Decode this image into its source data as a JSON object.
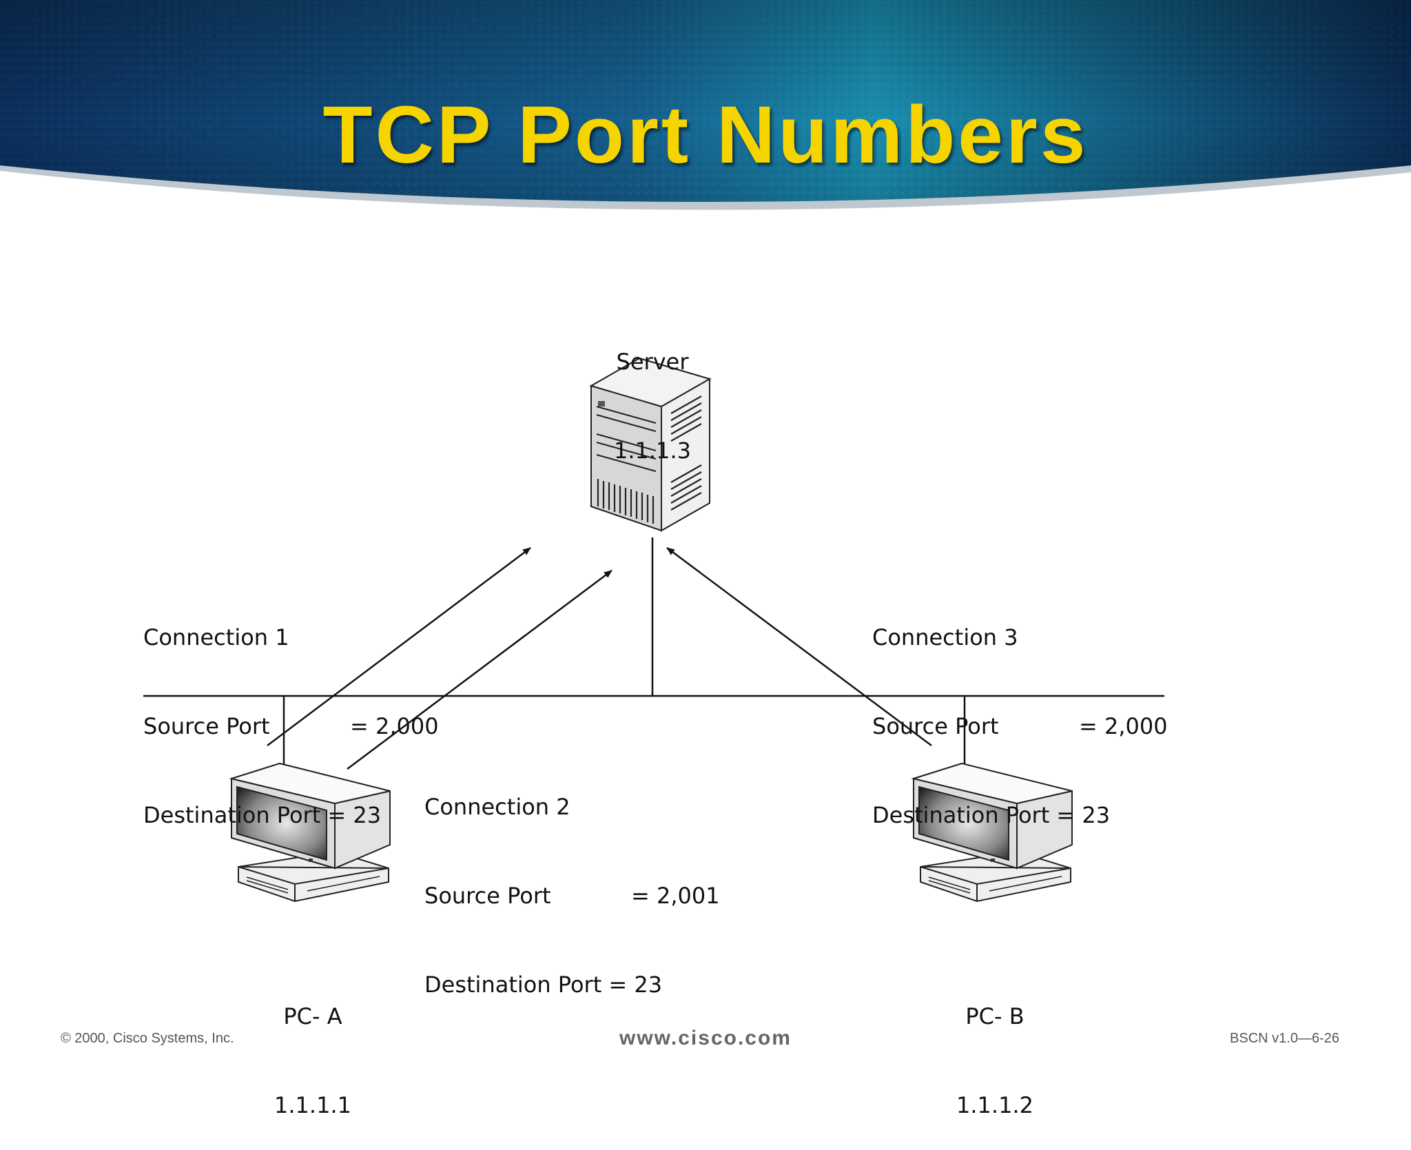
{
  "slide": {
    "title": "TCP Port Numbers",
    "footer_left": "© 2000, Cisco Systems, Inc.",
    "footer_center": "www.cisco.com",
    "footer_right": "BSCN v1.0—6-26"
  },
  "colors": {
    "title": "#f6d400",
    "banner_dark": "#0b2f5c",
    "banner_light": "#1a8fb0"
  },
  "server": {
    "name": "Server",
    "ip": "1.1.1.3",
    "icon": "server-tower-icon"
  },
  "pc_a": {
    "name": "PC- A",
    "ip": "1.1.1.1",
    "icon": "desktop-computer-icon"
  },
  "pc_b": {
    "name": "PC- B",
    "ip": "1.1.1.2",
    "icon": "desktop-computer-icon"
  },
  "connections": [
    {
      "title": "Connection 1",
      "source_label": "Source Port",
      "source_value": "= 2,000",
      "dest_label": "Destination Port",
      "dest_value": "= 23"
    },
    {
      "title": "Connection 2",
      "source_label": "Source Port",
      "source_value": "= 2,001",
      "dest_label": "Destination Port",
      "dest_value": "= 23"
    },
    {
      "title": "Connection 3",
      "source_label": "Source Port",
      "source_value": "= 2,000",
      "dest_label": "Destination Port",
      "dest_value": "= 23"
    }
  ]
}
